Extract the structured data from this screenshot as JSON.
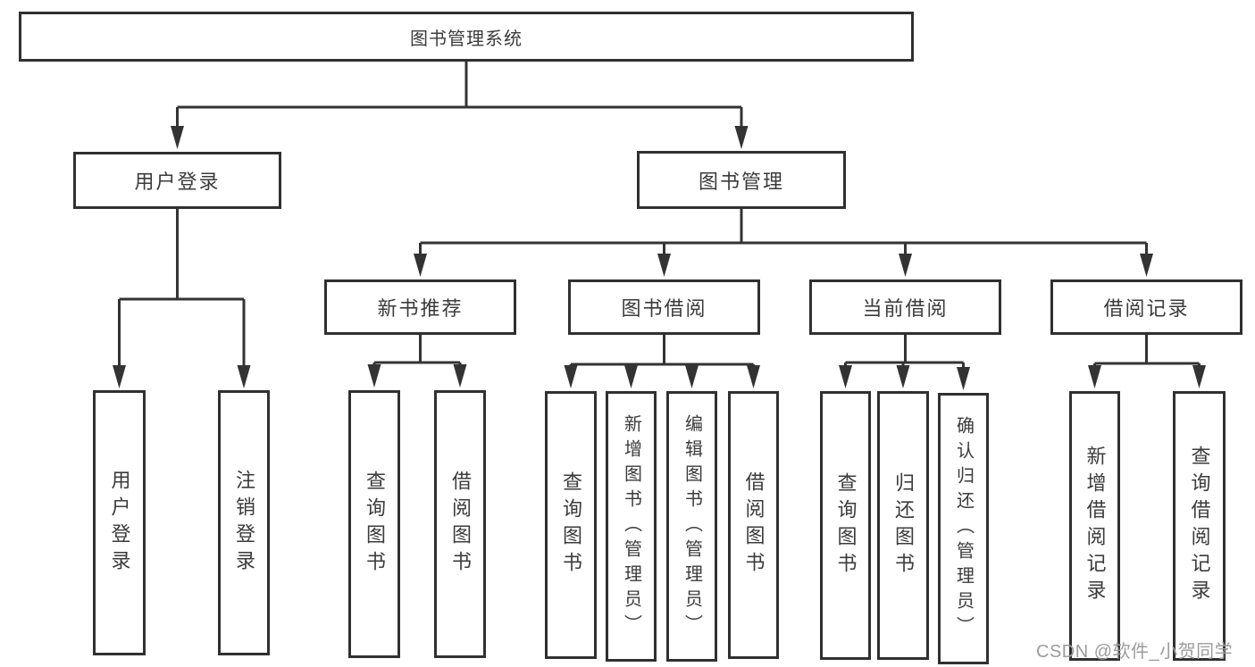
{
  "tree": {
    "root": {
      "label": "图书管理系统"
    },
    "branches": [
      {
        "label": "用户登录",
        "children": [
          {
            "label": "用户登录"
          },
          {
            "label": "注销登录"
          }
        ]
      },
      {
        "label": "图书管理",
        "children": [
          {
            "label": "新书推荐",
            "children": [
              {
                "label": "查询图书"
              },
              {
                "label": "借阅图书"
              }
            ]
          },
          {
            "label": "图书借阅",
            "children": [
              {
                "label": "查询图书"
              },
              {
                "label": "新增图书（管理员）"
              },
              {
                "label": "编辑图书（管理员）"
              },
              {
                "label": "借阅图书"
              }
            ]
          },
          {
            "label": "当前借阅",
            "children": [
              {
                "label": "查询图书"
              },
              {
                "label": "归还图书"
              },
              {
                "label": "确认归还（管理员）"
              }
            ]
          },
          {
            "label": "借阅记录",
            "children": [
              {
                "label": "新增借阅记录"
              },
              {
                "label": "查询借阅记录"
              }
            ]
          }
        ]
      }
    ]
  },
  "watermark": {
    "text": "CSDN @软件_小贺同学"
  },
  "colors": {
    "line": "#333333",
    "box_border": "#303030",
    "text": "#3b3b3b",
    "watermark": "#9c9c9c",
    "background": "#ffffff"
  }
}
